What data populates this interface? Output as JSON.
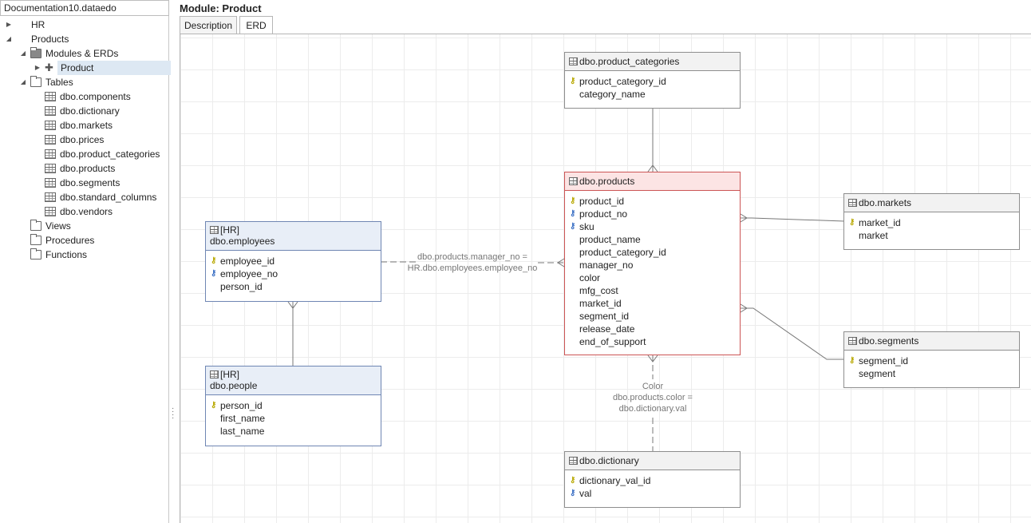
{
  "sidebar": {
    "title": "Documentation10.dataedo",
    "items": [
      {
        "label": "HR"
      },
      {
        "label": "Products"
      },
      {
        "label": "Modules & ERDs"
      },
      {
        "label": "Product"
      },
      {
        "label": "Tables"
      },
      {
        "label": "dbo.components"
      },
      {
        "label": "dbo.dictionary"
      },
      {
        "label": "dbo.markets"
      },
      {
        "label": "dbo.prices"
      },
      {
        "label": "dbo.product_categories"
      },
      {
        "label": "dbo.products"
      },
      {
        "label": "dbo.segments"
      },
      {
        "label": "dbo.standard_columns"
      },
      {
        "label": "dbo.vendors"
      },
      {
        "label": "Views"
      },
      {
        "label": "Procedures"
      },
      {
        "label": "Functions"
      }
    ]
  },
  "main": {
    "title": "Module: Product",
    "tabs": [
      {
        "label": "Description"
      },
      {
        "label": "ERD"
      }
    ],
    "active_tab": "ERD"
  },
  "erd": {
    "product_categories": {
      "schema": "",
      "name": "dbo.product_categories",
      "fields": [
        {
          "key": "pk",
          "name": "product_category_id"
        },
        {
          "key": "",
          "name": "category_name"
        }
      ]
    },
    "products": {
      "schema": "",
      "name": "dbo.products",
      "fields": [
        {
          "key": "pk",
          "name": "product_id"
        },
        {
          "key": "uk",
          "name": "product_no"
        },
        {
          "key": "uk",
          "name": "sku"
        },
        {
          "key": "",
          "name": "product_name"
        },
        {
          "key": "",
          "name": "product_category_id"
        },
        {
          "key": "",
          "name": "manager_no"
        },
        {
          "key": "",
          "name": "color"
        },
        {
          "key": "",
          "name": "mfg_cost"
        },
        {
          "key": "",
          "name": "market_id"
        },
        {
          "key": "",
          "name": "segment_id"
        },
        {
          "key": "",
          "name": "release_date"
        },
        {
          "key": "",
          "name": "end_of_support"
        }
      ]
    },
    "markets": {
      "schema": "",
      "name": "dbo.markets",
      "fields": [
        {
          "key": "pk",
          "name": "market_id"
        },
        {
          "key": "",
          "name": "market"
        }
      ]
    },
    "segments": {
      "schema": "",
      "name": "dbo.segments",
      "fields": [
        {
          "key": "pk",
          "name": "segment_id"
        },
        {
          "key": "",
          "name": "segment"
        }
      ]
    },
    "employees": {
      "schema": "[HR]",
      "name": "dbo.employees",
      "fields": [
        {
          "key": "pk",
          "name": "employee_id"
        },
        {
          "key": "uk",
          "name": "employee_no"
        },
        {
          "key": "",
          "name": "person_id"
        }
      ]
    },
    "people": {
      "schema": "[HR]",
      "name": "dbo.people",
      "fields": [
        {
          "key": "pk",
          "name": "person_id"
        },
        {
          "key": "",
          "name": "first_name"
        },
        {
          "key": "",
          "name": "last_name"
        }
      ]
    },
    "dictionary": {
      "schema": "",
      "name": "dbo.dictionary",
      "fields": [
        {
          "key": "pk",
          "name": "dictionary_val_id"
        },
        {
          "key": "uk",
          "name": "val"
        }
      ]
    },
    "relations": {
      "manager_label_1": "dbo.products.manager_no =",
      "manager_label_2": "HR.dbo.employees.employee_no",
      "color_label_1": "Color",
      "color_label_2": "dbo.products.color =",
      "color_label_3": "dbo.dictionary.val"
    }
  }
}
